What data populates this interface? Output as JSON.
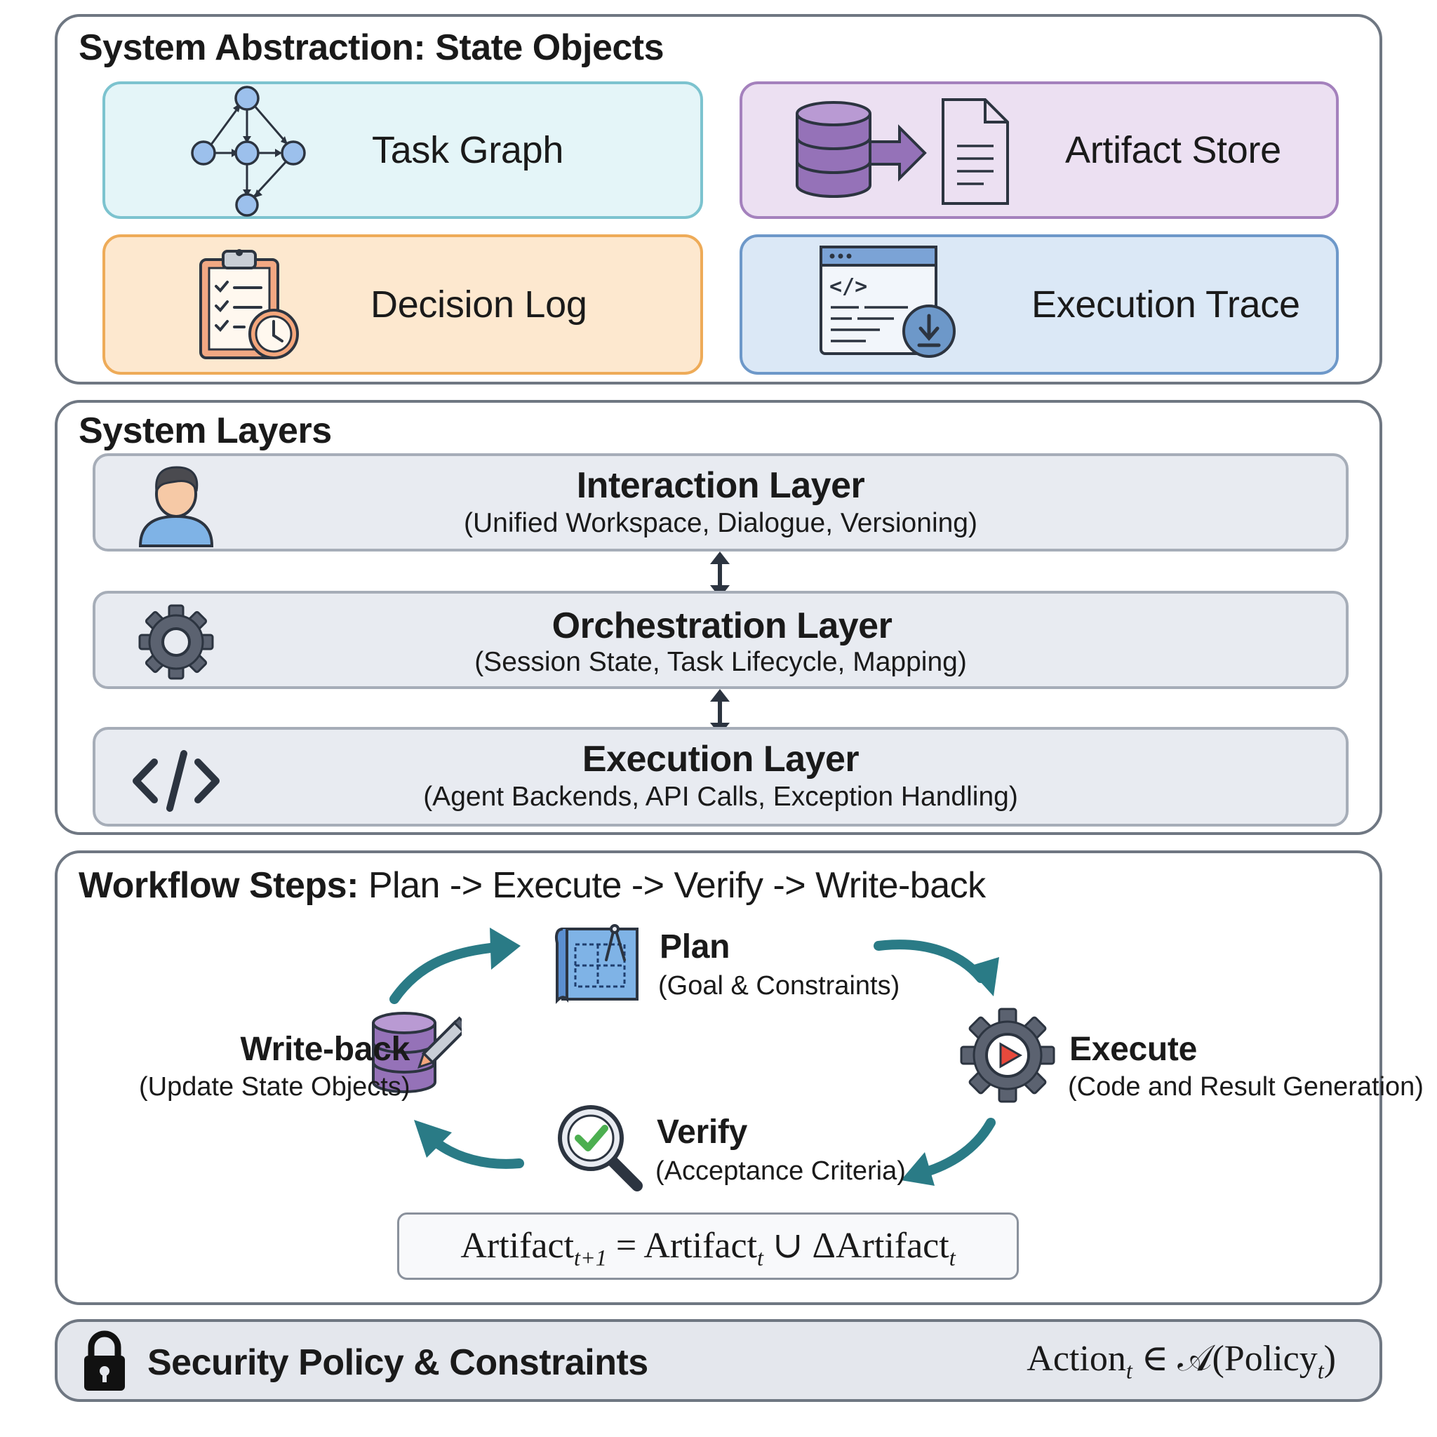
{
  "state_objects": {
    "title": "System Abstraction: State Objects",
    "cards": [
      {
        "label": "Task Graph",
        "icon": "task-graph-icon",
        "color": "#e4f5f8",
        "border": "#7cc3cf"
      },
      {
        "label": "Artifact Store",
        "icon": "database-to-document-icon",
        "color": "#ece0f2",
        "border": "#a481bd"
      },
      {
        "label": "Decision Log",
        "icon": "clipboard-clock-icon",
        "color": "#fde8cf",
        "border": "#eeab58"
      },
      {
        "label": "Execution Trace",
        "icon": "code-window-download-icon",
        "color": "#dbe8f6",
        "border": "#6d98c9"
      }
    ]
  },
  "layers": {
    "title": "System Layers",
    "items": [
      {
        "title": "Interaction Layer",
        "subtitle": "(Unified Workspace, Dialogue, Versioning)",
        "icon": "user-icon"
      },
      {
        "title": "Orchestration Layer",
        "subtitle": "(Session State, Task Lifecycle, Mapping)",
        "icon": "gear-icon"
      },
      {
        "title": "Execution Layer",
        "subtitle": "(Agent Backends, API Calls, Exception Handling)",
        "icon": "code-icon"
      }
    ]
  },
  "workflow": {
    "title_bold": "Workflow Steps:",
    "title_rest": "Plan -> Execute -> Verify -> Write-back",
    "steps": {
      "plan": {
        "title": "Plan",
        "subtitle": "(Goal & Constraints)"
      },
      "execute": {
        "title": "Execute",
        "subtitle": "(Code and Result Generation)"
      },
      "verify": {
        "title": "Verify",
        "subtitle": "(Acceptance Criteria)"
      },
      "writeback": {
        "title": "Write-back",
        "subtitle": "(Update State Objects)"
      }
    },
    "formula": {
      "base": "Artifact",
      "sub_next": "t+1",
      "equals": " = ",
      "base2": "Artifact",
      "sub_t": "t",
      "union": " ∪ Δ",
      "base3": "Artifact",
      "sub_t2": "t"
    },
    "arrow_color": "#2a7b86"
  },
  "security": {
    "label": "Security Policy & Constraints",
    "formula_a": "Action",
    "formula_sub": "t",
    "formula_b": " ∈ 𝒜(Policy",
    "formula_sub2": "t",
    "formula_c": ")"
  }
}
